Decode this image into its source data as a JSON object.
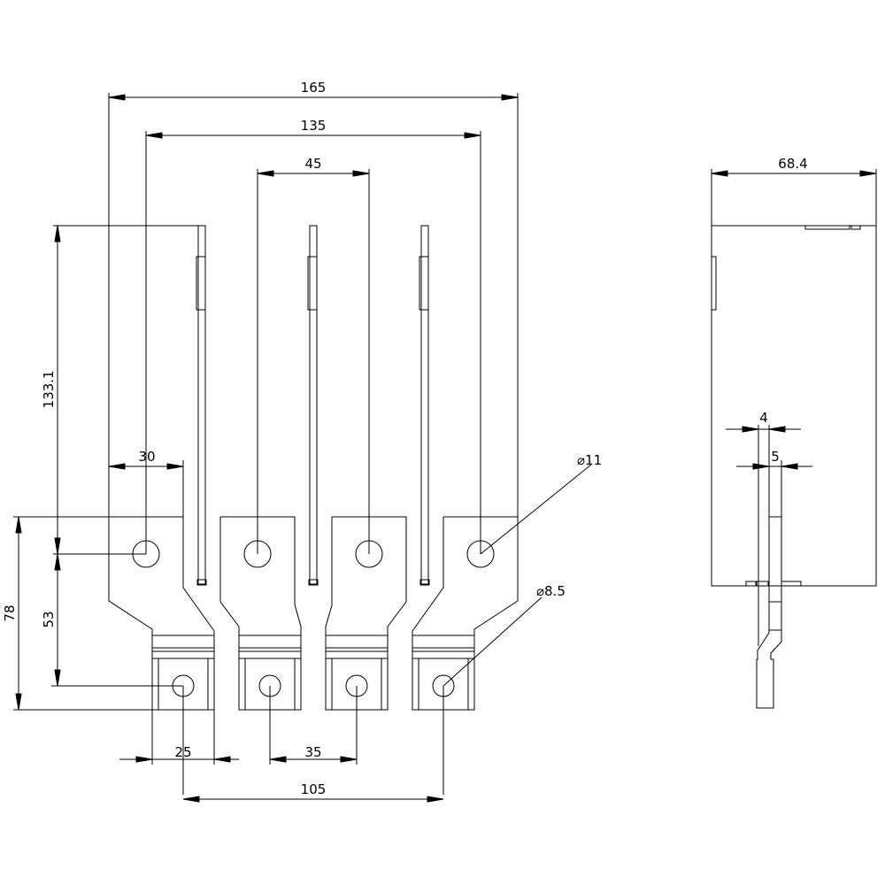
{
  "front_view": {
    "dim_overall_width": "165",
    "dim_outer_hole_pitch": "135",
    "dim_inner_hole_pitch": "45",
    "dim_height": "133.1",
    "dim_pad_width": "30",
    "dim_lower_offset": "53",
    "dim_lower_height": "78",
    "dim_terminal_width": "25",
    "dim_terminal_pitch": "35",
    "dim_terminal_span": "105",
    "dim_upper_hole_dia": "⌀11",
    "dim_lower_hole_dia": "⌀8.5"
  },
  "side_view": {
    "dim_depth": "68.4",
    "dim_thickness_a": "4",
    "dim_thickness_b": "5"
  }
}
